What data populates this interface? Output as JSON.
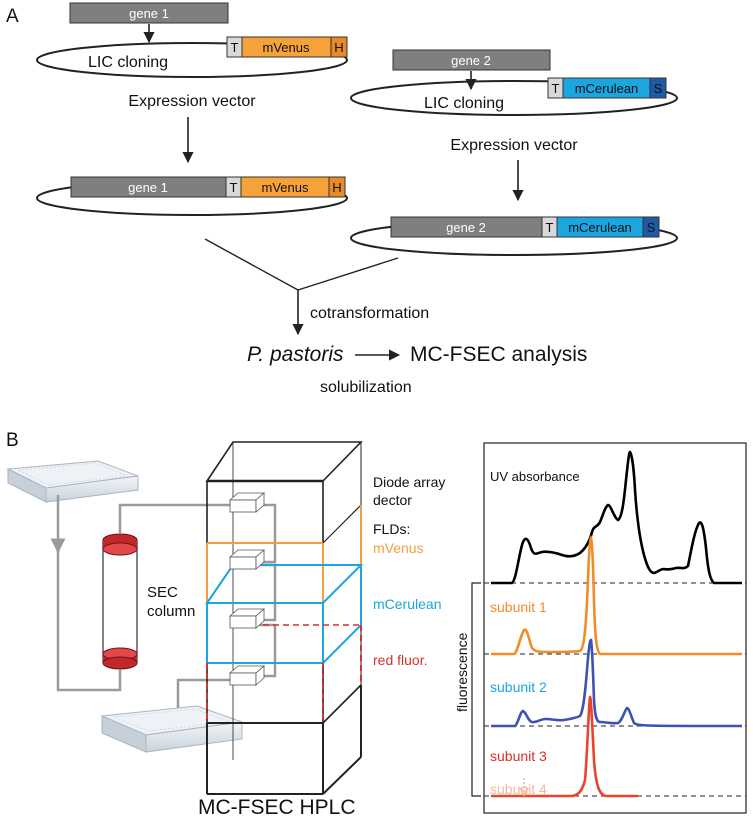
{
  "panel_a": {
    "panel_label": "A",
    "gene1": "gene 1",
    "gene2": "gene 2",
    "tag_t": "T",
    "mvenus": "mVenus",
    "tag_h": "H",
    "mcerulean": "mCerulean",
    "tag_s": "S",
    "lic_cloning": "LIC cloning",
    "expression_vector": "Expression vector",
    "cotransformation": "cotransformation",
    "host": "P. pastoris",
    "analysis": "MC-FSEC analysis",
    "solubilization": "solubilization"
  },
  "panel_b": {
    "panel_label": "B",
    "sec_column": "SEC",
    "sec_column_2": "column",
    "diode_array": "Diode array",
    "diode_array_2": "dector",
    "flds": "FLDs:",
    "fld_mvenus": "mVenus",
    "fld_mcerulean": "mCerulean",
    "fld_red": "red fluor.",
    "hplc_caption": "MC-FSEC HPLC",
    "uv_label": "UV absorbance",
    "fluorescence_label": "fluorescence",
    "subunit1": "subunit 1",
    "subunit2": "subunit 2",
    "subunit3": "subunit 3",
    "subunit4": "subunit 4"
  },
  "colors": {
    "gene_gray": "#7f7f7f",
    "mvenus_orange": "#f5a23a",
    "mcerulean_blue": "#1ba6e0",
    "tag_dark_blue": "#1f5aa6",
    "red_fluor": "#d8312a",
    "trace_orange": "#f28c28",
    "trace_blue": "#3f51b5",
    "trace_red": "#e8452c",
    "trace_peach": "#f5b99a"
  }
}
